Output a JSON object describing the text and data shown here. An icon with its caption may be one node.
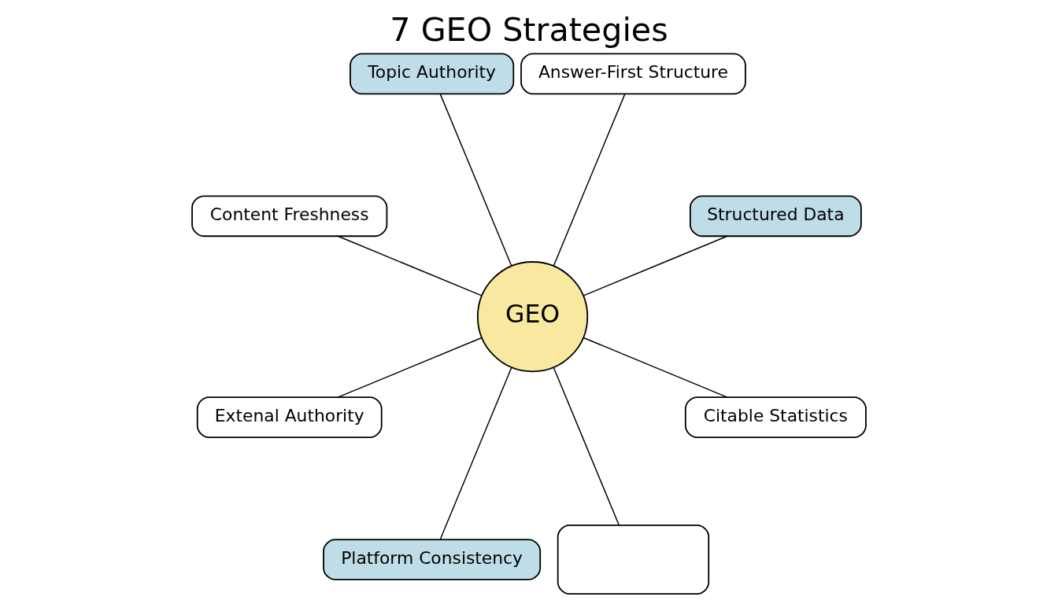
{
  "diagram": {
    "title": "7 GEO Strategies",
    "nodes": [
      {
        "text": [
          "GEO"
        ]
      },
      {
        "text": [
          "Structured Data"
        ]
      },
      {
        "text": [
          "Answer-First Structure"
        ]
      },
      {
        "text": [
          "Topic Authority"
        ]
      },
      {
        "text": [
          "Content Freshness"
        ]
      },
      {
        "text": [
          "Extenal Authority"
        ]
      },
      {
        "text": [
          "Platform Consistency"
        ]
      },
      {
        "text": [],
        "shape": "box"
      },
      {
        "text": [
          "Citable Statistics"
        ]
      }
    ],
    "edges": [
      {
        "from": 0,
        "to": 1,
        "arrow": "none"
      },
      {
        "from": 0,
        "to": 2,
        "arrow": "none"
      },
      {
        "from": 0,
        "to": 3,
        "arrow": "none"
      },
      {
        "from": 0,
        "to": 4,
        "arrow": "none"
      },
      {
        "from": 0,
        "to": 5,
        "arrow": "none"
      },
      {
        "from": 0,
        "to": 6,
        "arrow": "none"
      },
      {
        "from": 0,
        "to": 7,
        "arrow": "none"
      },
      {
        "from": 0,
        "to": 8,
        "arrow": "none"
      }
    ]
  }
}
